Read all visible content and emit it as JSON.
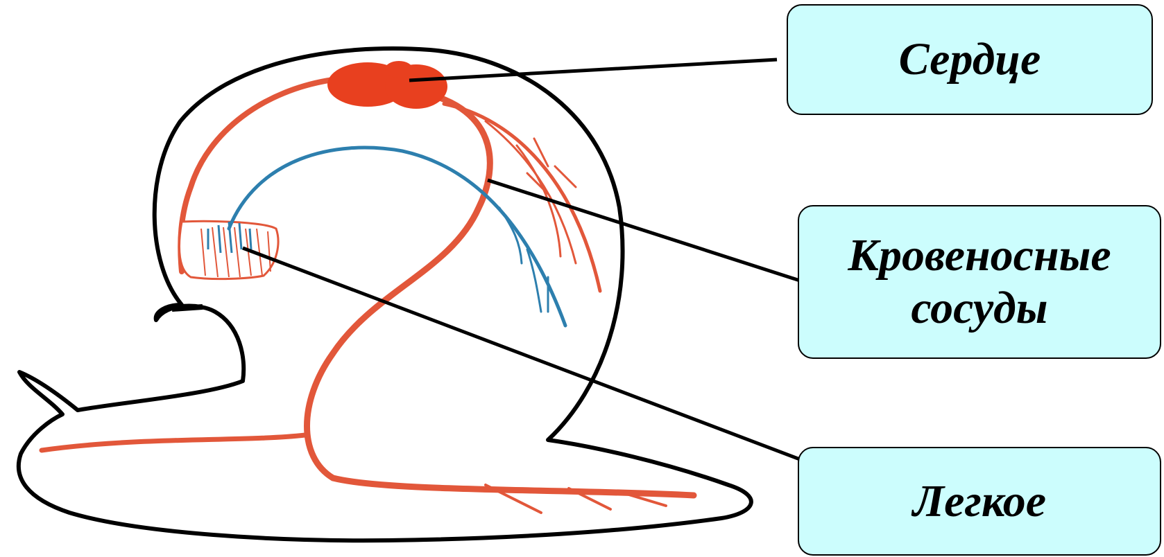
{
  "labels": {
    "heart": "Сердце",
    "vessels": "Кровеносные\nсосуды",
    "lung": "Легкое"
  },
  "colors": {
    "label_bg": "#ccfdfd",
    "artery": "#e2573a",
    "heart": "#e8401f",
    "vein": "#2d7fae",
    "outline": "#000000"
  }
}
